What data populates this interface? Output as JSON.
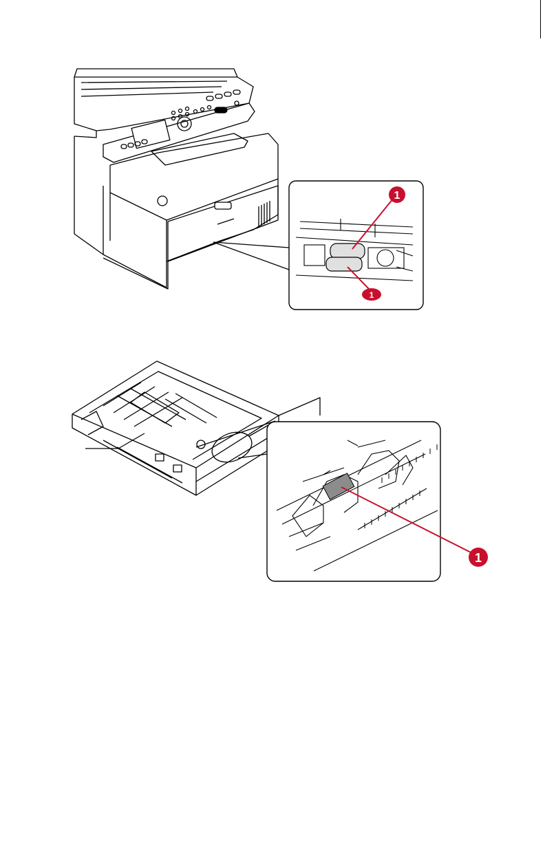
{
  "page": {
    "colors": {
      "line": "#000000",
      "callout_fill": "#c8102e",
      "callout_text": "#ffffff",
      "roller_fill": "#d9d9d9",
      "pad_fill": "#8c8c8c"
    }
  },
  "figure_top": {
    "callouts": [
      {
        "number": "1"
      },
      {
        "number": "1"
      }
    ]
  },
  "figure_bottom": {
    "callouts": [
      {
        "number": "1"
      }
    ]
  }
}
